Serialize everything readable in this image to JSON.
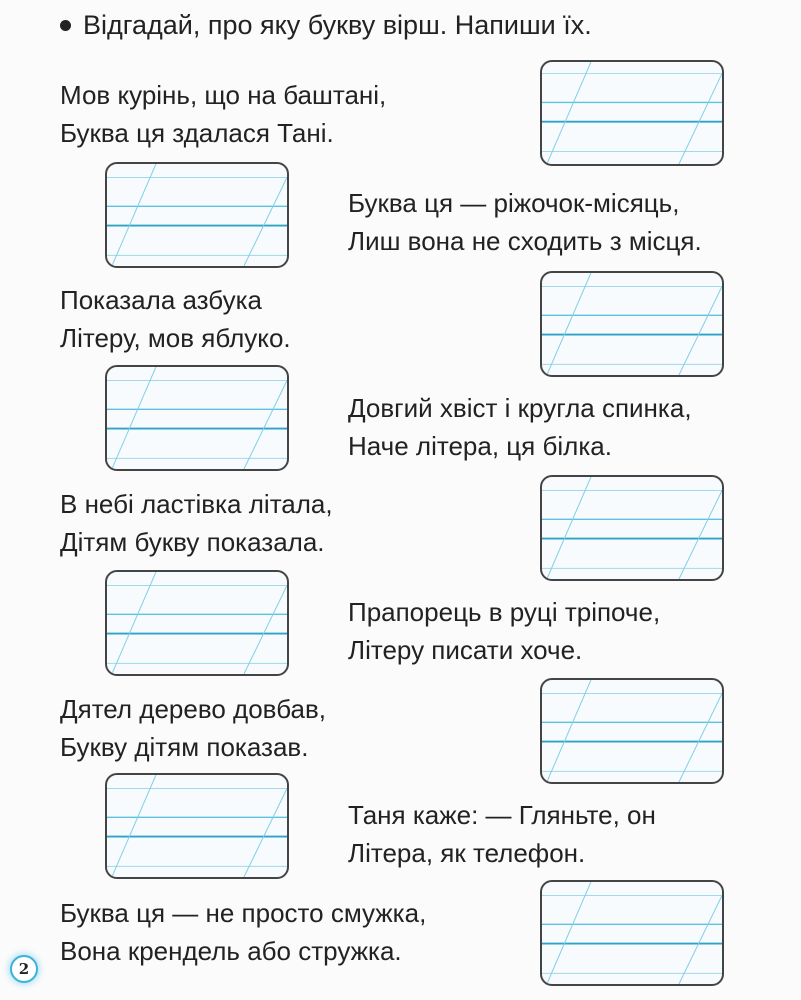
{
  "instruction": "Відгадай, про яку букву вірш. Напиши їх.",
  "colors": {
    "line": "#5bc3df",
    "line_dark": "#2fa3c7",
    "border": "#444444",
    "page_number_ring": "#3bb3d8"
  },
  "riddles": [
    {
      "line1": "Мов курінь, що на баштані,",
      "line2": "Буква ця здалася Тані."
    },
    {
      "line1": "Буква ця — ріжочок-місяць,",
      "line2": "Лиш вона не сходить з місця."
    },
    {
      "line1": "Показала азбука",
      "line2": "Літеру, мов яблуко."
    },
    {
      "line1": "Довгий хвіст і кругла спинка,",
      "line2": "Наче літера, ця білка."
    },
    {
      "line1": "В небі ластівка літала,",
      "line2": "Дітям букву показала."
    },
    {
      "line1": "Прапорець в руці тріпоче,",
      "line2": "Літеру писати хоче."
    },
    {
      "line1": "Дятел дерево довбав,",
      "line2": "Букву дітям показав."
    },
    {
      "line1": "Таня каже: — Гляньте, он",
      "line2": "Літера, як телефон."
    },
    {
      "line1": "Буква ця — не просто смужка,",
      "line2": "Вона крендель або стружка."
    }
  ],
  "page_number": "2"
}
